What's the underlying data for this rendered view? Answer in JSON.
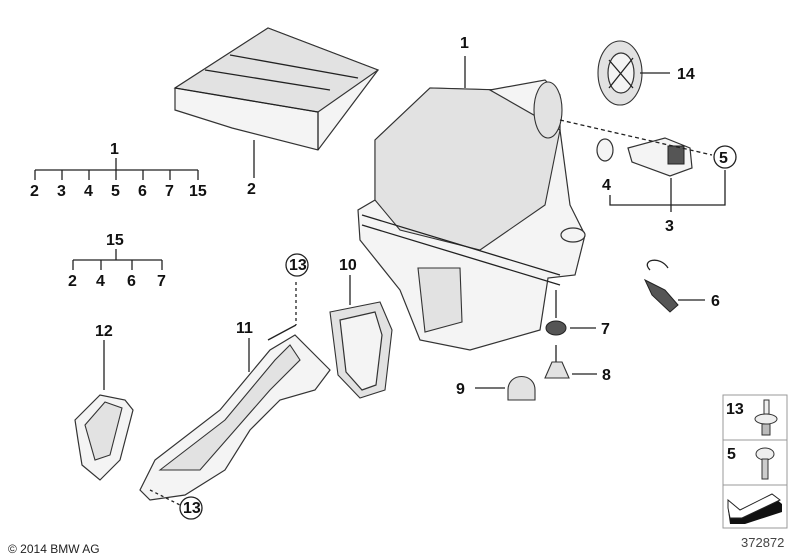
{
  "labels": {
    "p1_top": "1",
    "p2": "2",
    "p3": "3",
    "p4": "4",
    "p5": "5",
    "p6": "6",
    "p7": "7",
    "p8": "8",
    "p9": "9",
    "p10": "10",
    "p11": "11",
    "p12": "12",
    "p13a": "13",
    "p13b": "13",
    "p14": "14"
  },
  "tree1": {
    "root": "1",
    "children": [
      "2",
      "3",
      "4",
      "5",
      "6",
      "7",
      "15"
    ]
  },
  "tree15": {
    "root": "15",
    "children": [
      "2",
      "4",
      "6",
      "7"
    ]
  },
  "legend": {
    "row1": "13",
    "row2": "5"
  },
  "footer": {
    "copyright": "© 2014 BMW AG",
    "diagram_number": "372872"
  }
}
